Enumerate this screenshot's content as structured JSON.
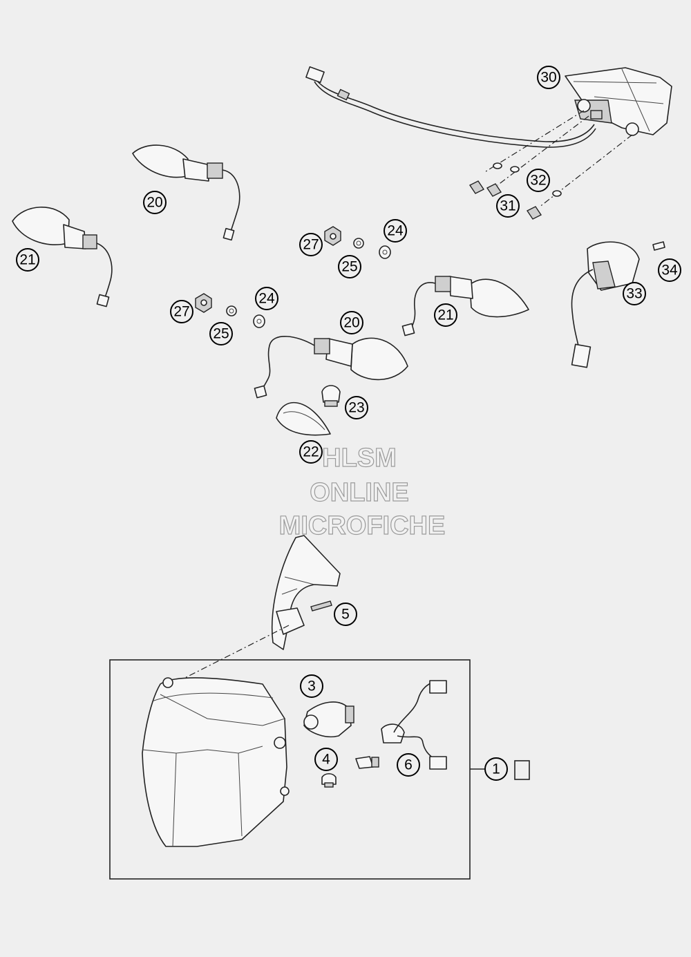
{
  "callouts": {
    "c30": "30",
    "c32": "32",
    "c31": "31",
    "c20a": "20",
    "c21a": "21",
    "c24a": "24",
    "c27a": "27",
    "c25a": "25",
    "c33": "33",
    "c34": "34",
    "c24b": "24",
    "c27b": "27",
    "c25b": "25",
    "c20b": "20",
    "c21b": "21",
    "c23": "23",
    "c22": "22",
    "c5": "5",
    "c3": "3",
    "c4": "4",
    "c6": "6",
    "c1": "1"
  },
  "watermark": {
    "line1": "HLSM",
    "line2": "ONLINE",
    "line3": "MICROFICHE"
  }
}
